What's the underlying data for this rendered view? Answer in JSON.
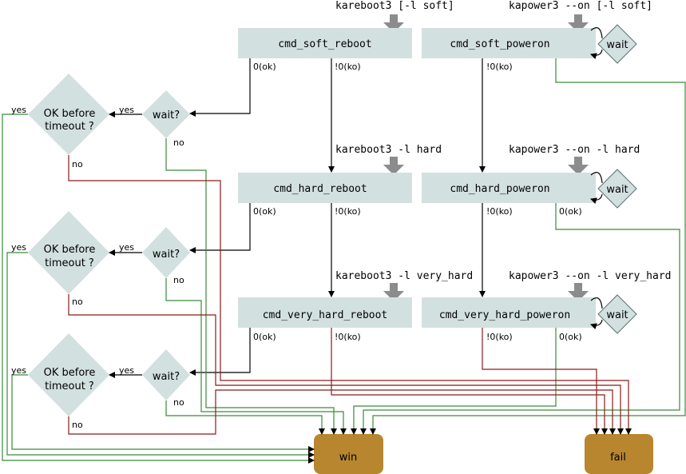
{
  "commands": {
    "kareboot_soft": "kareboot3 [-l soft]",
    "kapower_soft": "kapower3 --on [-l soft]",
    "kareboot_hard": "kareboot3 -l hard",
    "kapower_hard": "kapower3 --on -l hard",
    "kareboot_very_hard": "kareboot3 -l very_hard",
    "kapower_very_hard": "kapower3 --on -l very_hard"
  },
  "boxes": {
    "soft_reboot": "cmd_soft_reboot",
    "soft_poweron": "cmd_soft_poweron",
    "hard_reboot": "cmd_hard_reboot",
    "hard_poweron": "cmd_hard_poweron",
    "very_hard_reboot": "cmd_very_hard_reboot",
    "very_hard_poweron": "cmd_very_hard_poweron"
  },
  "decisions": {
    "wait_q": "wait?",
    "wait": "wait",
    "ok_line1": "OK before",
    "ok_line2": "timeout ?"
  },
  "labels": {
    "ok": "0(ok)",
    "ko": "!0(ko)",
    "yes": "yes",
    "no": "no"
  },
  "terminals": {
    "win": "win",
    "fail": "fail"
  },
  "colors": {
    "box": "#d3e0e0",
    "terminal": "#b8862f",
    "success_line": "#3a8a3a",
    "failure_line": "#8b1a1a",
    "flow_line": "#000000",
    "command_arrow": "#8c8c8c"
  }
}
